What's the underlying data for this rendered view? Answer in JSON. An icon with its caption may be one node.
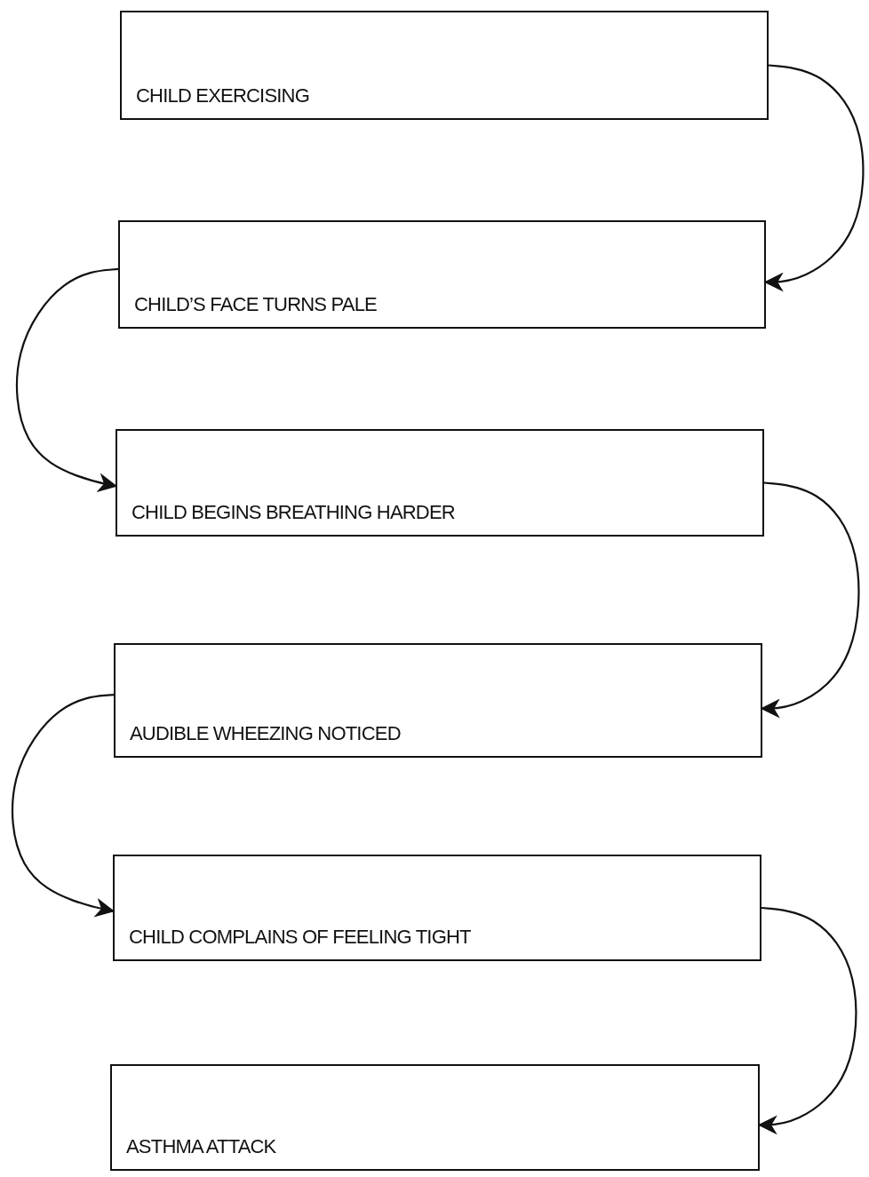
{
  "diagram": {
    "nodes": [
      {
        "text": [
          "CHILD EXERCISING"
        ]
      },
      {
        "text": [
          "CHILD’S FACE TURNS PALE"
        ]
      },
      {
        "text": [
          "CHILD BEGINS BREATHING HARDER"
        ]
      },
      {
        "text": [
          "AUDIBLE WHEEZING NOTICED"
        ]
      },
      {
        "text": [
          "CHILD COMPLAINS OF FEELING TIGHT"
        ]
      },
      {
        "text": [
          "ASTHMA ATTACK"
        ]
      }
    ],
    "edges": [
      {
        "from": 0,
        "to": 1,
        "arrow": "to"
      },
      {
        "from": 1,
        "to": 2,
        "arrow": "to"
      },
      {
        "from": 2,
        "to": 3,
        "arrow": "to"
      },
      {
        "from": 3,
        "to": 4,
        "arrow": "to"
      },
      {
        "from": 4,
        "to": 5,
        "arrow": "to"
      }
    ]
  }
}
